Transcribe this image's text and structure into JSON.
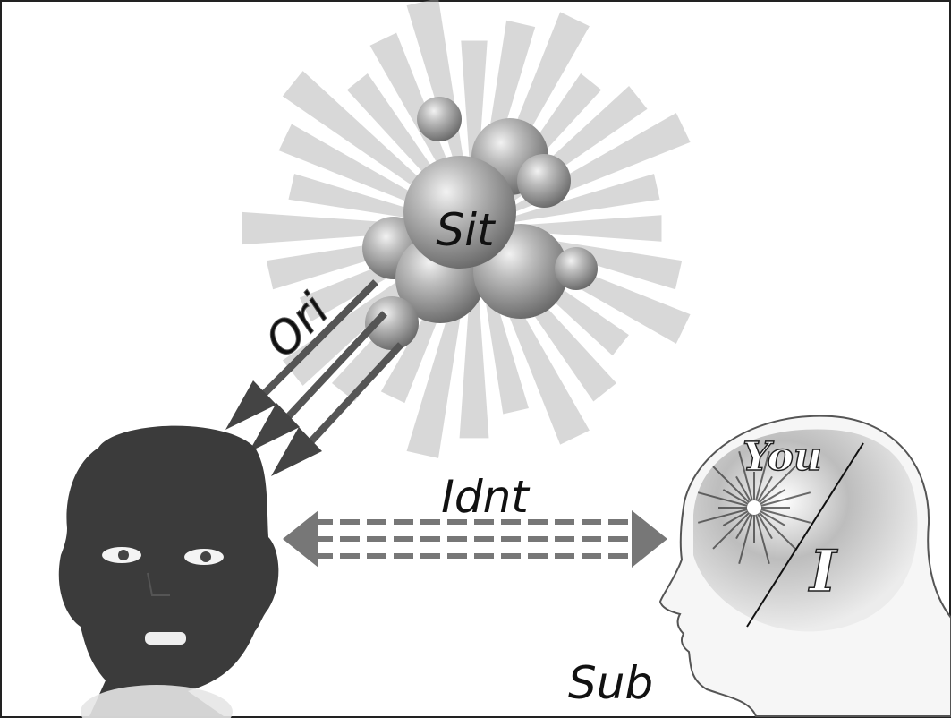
{
  "diagram": {
    "labels": {
      "situation": "Sit",
      "orientation": "Ori",
      "identification": "Idnt",
      "subject": "Sub",
      "you": "You",
      "i": "I"
    },
    "colors": {
      "border": "#222222",
      "sphere": "#8a8a8a",
      "ray": "#9a9a9a",
      "arrow": "#4a4a4a",
      "dashed_arrow": "#7a7a7a",
      "dark_head": "#3a3a3a",
      "light_head_outline": "#555555"
    }
  }
}
